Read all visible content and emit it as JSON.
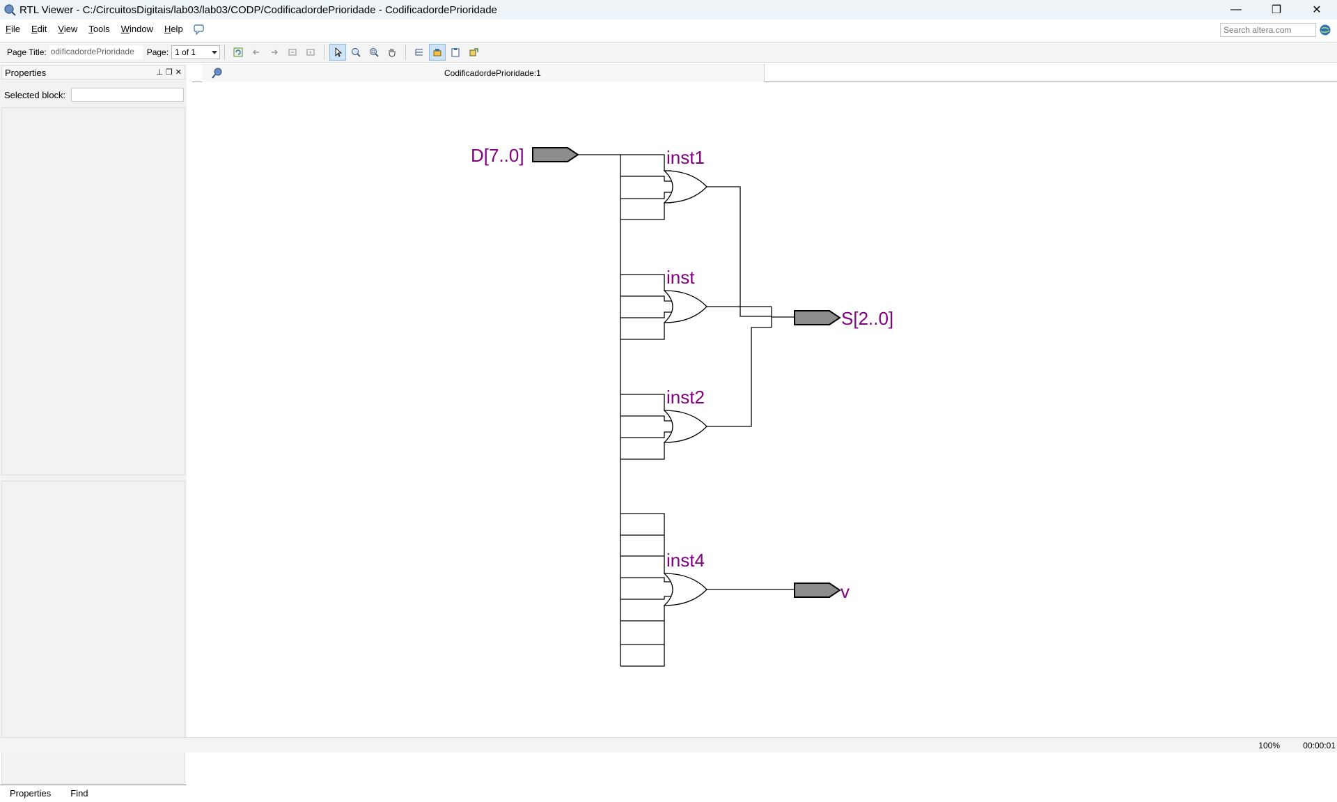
{
  "window": {
    "title": "RTL Viewer - C:/CircuitosDigitais/lab03/lab03/CODP/CodificadordePrioridade - CodificadordePrioridade",
    "minimize": "—",
    "restore": "❐",
    "close": "✕"
  },
  "menu": {
    "items": [
      {
        "key": "F",
        "rest": "ile"
      },
      {
        "key": "E",
        "rest": "dit"
      },
      {
        "key": "V",
        "rest": "iew"
      },
      {
        "key": "T",
        "rest": "ools"
      },
      {
        "key": "W",
        "rest": "indow"
      },
      {
        "key": "H",
        "rest": "elp"
      }
    ],
    "search_placeholder": "Search altera.com"
  },
  "toolbar": {
    "page_title_label": "Page Title:",
    "page_title_value": "odificadordePrioridade",
    "page_label": "Page:",
    "page_value": "1 of 1"
  },
  "left_panel": {
    "title": "Properties",
    "selected_block_label": "Selected block:",
    "tabs": [
      "Properties",
      "Find"
    ]
  },
  "canvas": {
    "tab_label": "CodificadordePrioridade:1"
  },
  "schematic": {
    "input_pin": "D[7..0]",
    "output_pin_s": "S[2..0]",
    "output_pin_v": "v",
    "gates": [
      "inst1",
      "inst",
      "inst2",
      "inst4"
    ],
    "label_color": "#800080",
    "pin_fill": "#8c8c8c"
  },
  "status": {
    "zoom": "100%",
    "time": "00:00:01"
  }
}
